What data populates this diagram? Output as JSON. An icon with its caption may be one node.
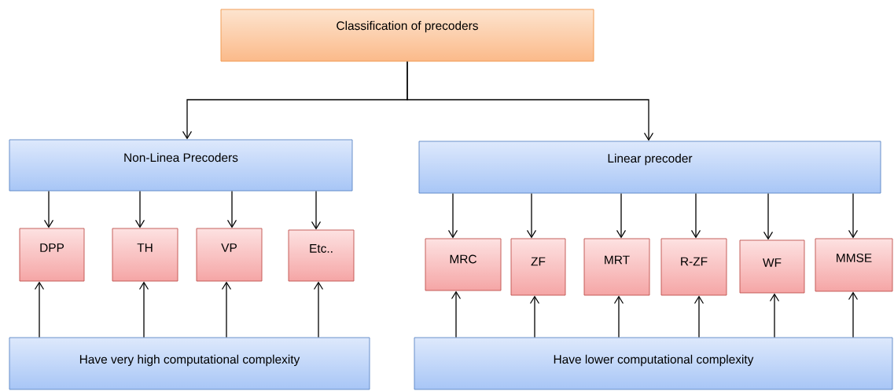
{
  "diagram": {
    "nodes": [
      {
        "text": [
          "Classification of precoders"
        ]
      },
      {
        "text": [
          "Non-Linea Precoders"
        ]
      },
      {
        "text": [
          "Linear precoder"
        ]
      },
      {
        "text": [
          "DPP"
        ]
      },
      {
        "text": [
          "TH"
        ]
      },
      {
        "text": [
          "VP"
        ]
      },
      {
        "text": [
          "Etc.."
        ]
      },
      {
        "text": [
          "MRC"
        ]
      },
      {
        "text": [
          "ZF"
        ]
      },
      {
        "text": [
          "MRT"
        ]
      },
      {
        "text": [
          "R-ZF"
        ]
      },
      {
        "text": [
          "WF"
        ]
      },
      {
        "text": [
          "MMSE"
        ]
      },
      {
        "text": [
          "Have very high computational complexity"
        ]
      },
      {
        "text": [
          "Have lower computational complexity"
        ]
      }
    ],
    "edges": [
      {
        "from": 0,
        "to": 1,
        "arrow": "to"
      },
      {
        "from": 0,
        "to": 2,
        "arrow": "to"
      },
      {
        "from": 1,
        "to": 3,
        "arrow": "to"
      },
      {
        "from": 1,
        "to": 4,
        "arrow": "to"
      },
      {
        "from": 1,
        "to": 5,
        "arrow": "to"
      },
      {
        "from": 1,
        "to": 6,
        "arrow": "to"
      },
      {
        "from": 2,
        "to": 7,
        "arrow": "to"
      },
      {
        "from": 2,
        "to": 8,
        "arrow": "to"
      },
      {
        "from": 2,
        "to": 9,
        "arrow": "to"
      },
      {
        "from": 2,
        "to": 10,
        "arrow": "to"
      },
      {
        "from": 2,
        "to": 11,
        "arrow": "to"
      },
      {
        "from": 2,
        "to": 12,
        "arrow": "to"
      },
      {
        "from": 13,
        "to": 3,
        "arrow": "to"
      },
      {
        "from": 13,
        "to": 4,
        "arrow": "to"
      },
      {
        "from": 13,
        "to": 5,
        "arrow": "to"
      },
      {
        "from": 13,
        "to": 6,
        "arrow": "to"
      },
      {
        "from": 14,
        "to": 7,
        "arrow": "to"
      },
      {
        "from": 14,
        "to": 8,
        "arrow": "to"
      },
      {
        "from": 14,
        "to": 9,
        "arrow": "to"
      },
      {
        "from": 14,
        "to": 10,
        "arrow": "to"
      },
      {
        "from": 14,
        "to": 11,
        "arrow": "to"
      },
      {
        "from": 14,
        "to": 12,
        "arrow": "to"
      }
    ]
  }
}
